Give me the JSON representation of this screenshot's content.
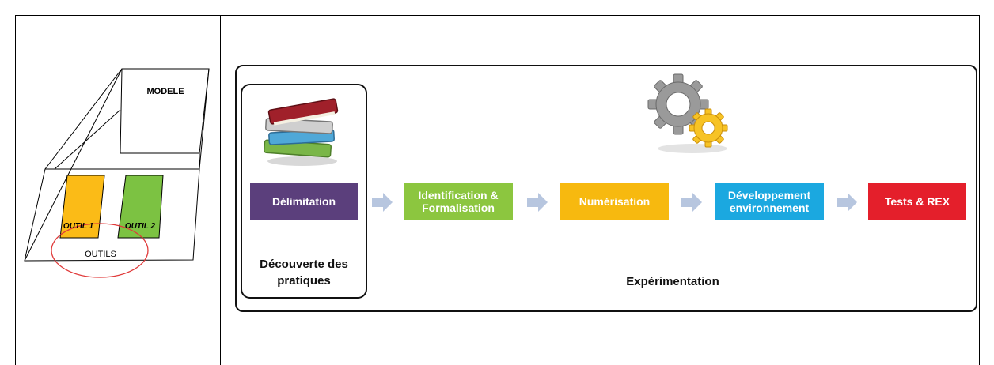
{
  "model": {
    "modele_label": "MODELE",
    "outil1_label": "OUTIL 1",
    "outil2_label": "OUTIL 2",
    "outils_label": "OUTILS"
  },
  "process": {
    "steps": [
      {
        "label_line1": "Délimitation",
        "label_line2": "",
        "color": "#5b3f7c"
      },
      {
        "label_line1": "Identification &",
        "label_line2": "Formalisation",
        "color": "#8cc63f"
      },
      {
        "label_line1": "Numérisation",
        "label_line2": "",
        "color": "#f7b90f"
      },
      {
        "label_line1": "Développement",
        "label_line2": "environnement",
        "color": "#1ba8e0"
      },
      {
        "label_line1": "Tests & REX",
        "label_line2": "",
        "color": "#e41f2b"
      }
    ],
    "discovery_caption_line1": "Découverte des",
    "discovery_caption_line2": "pratiques",
    "experimentation_caption": "Expérimentation"
  },
  "colors": {
    "outil1": "#fbbb17",
    "outil2": "#7cc242",
    "ellipse": "#e03a3a",
    "arrow": "#b7c6df"
  },
  "icons": [
    "books-icon",
    "gears-icon",
    "arrow-right-icon"
  ]
}
